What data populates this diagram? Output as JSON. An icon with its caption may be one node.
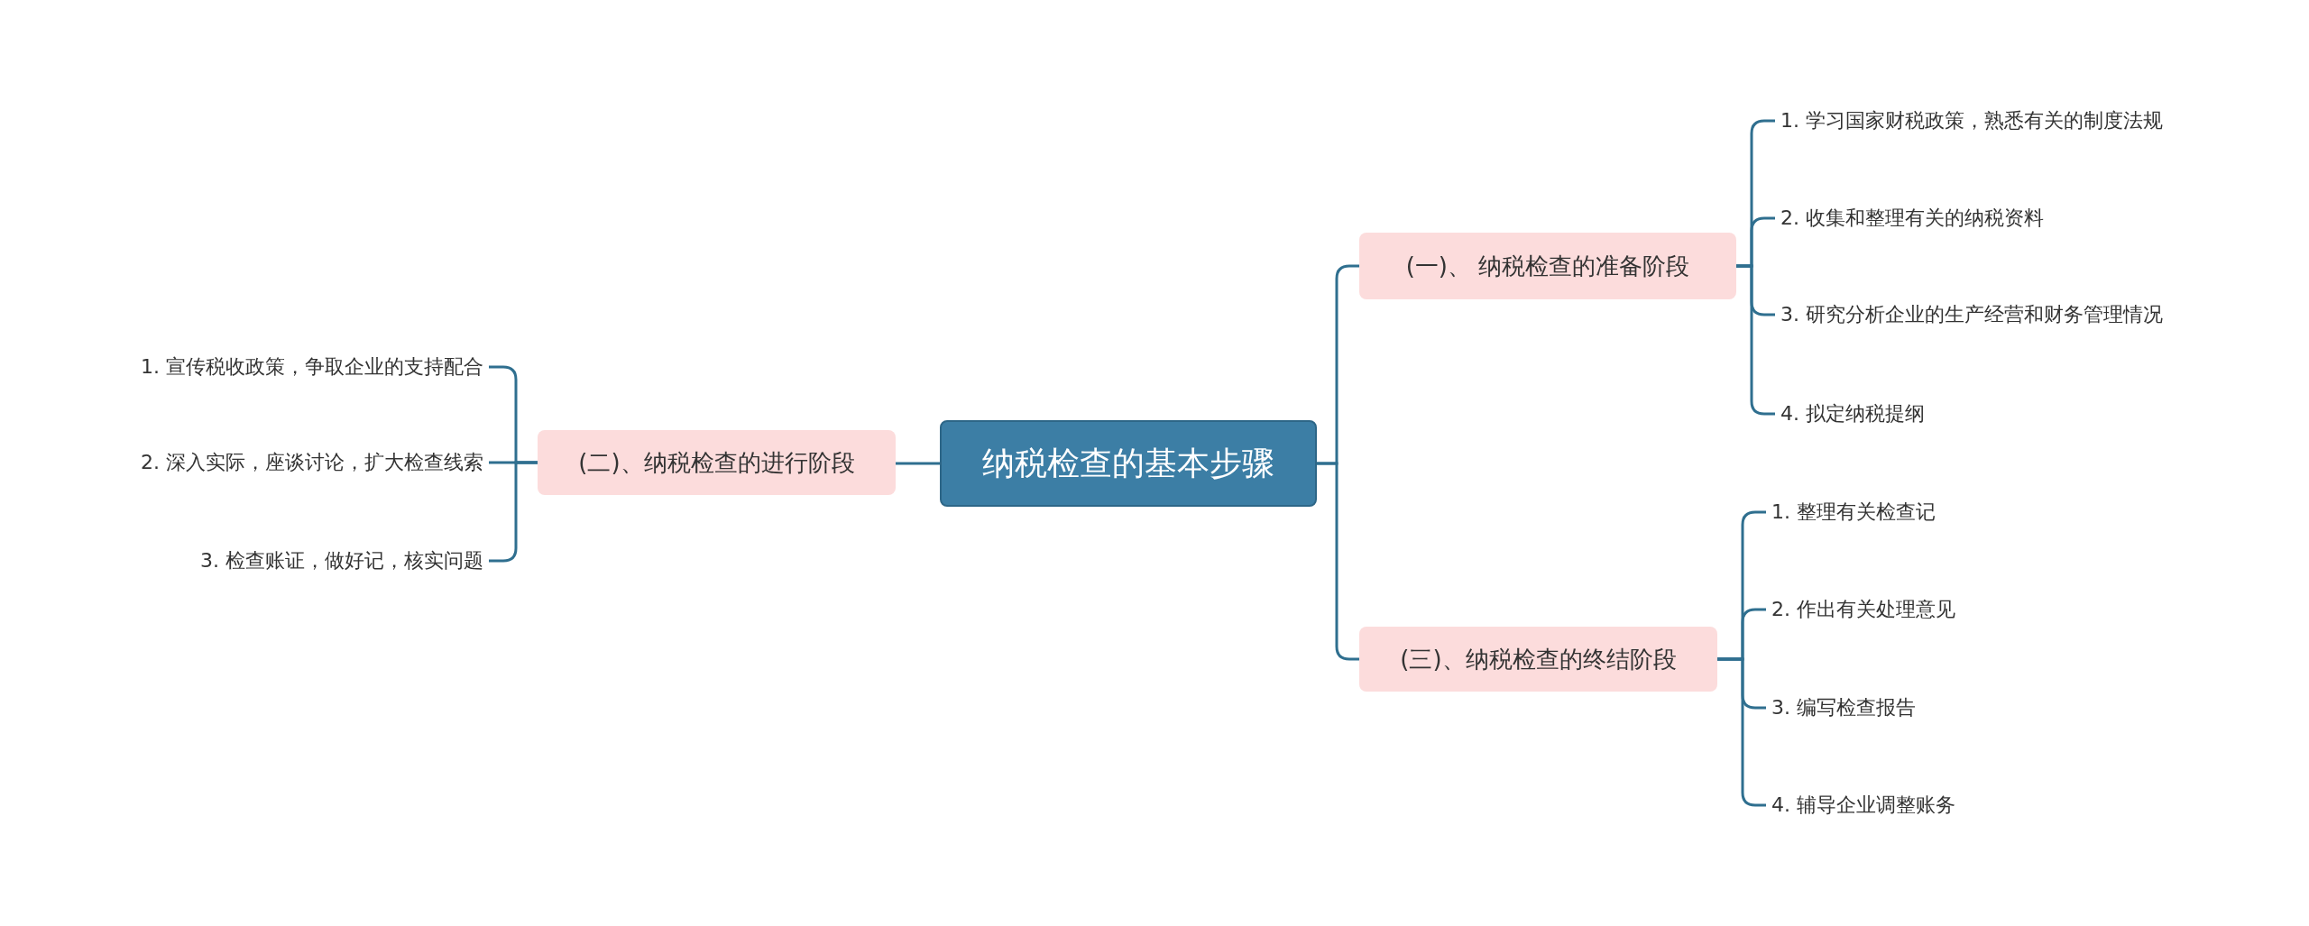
{
  "diagram": {
    "nodes": [
      {
        "text": [
          "纳税检查的基本步骤"
        ]
      },
      {
        "text": [
          "(一)、 纳税检查的准备阶段"
        ]
      },
      {
        "text": [
          "1. 学习国家财税政策，熟悉有关的制度法规"
        ]
      },
      {
        "text": [
          "2. 收集和整理有关的纳税资料"
        ]
      },
      {
        "text": [
          "3. 研究分析企业的生产经营和财务管理情况"
        ]
      },
      {
        "text": [
          "4. 拟定纳税提纲"
        ]
      },
      {
        "text": [
          "(二)、纳税检查的进行阶段"
        ]
      },
      {
        "text": [
          "1. 宣传税收政策，争取企业的支持配合"
        ]
      },
      {
        "text": [
          "2. 深入实际，座谈讨论，扩大检查线索"
        ]
      },
      {
        "text": [
          "3. 检查账证，做好记，核实问题"
        ]
      },
      {
        "text": [
          "(三)、纳税检查的终结阶段"
        ]
      },
      {
        "text": [
          "1. 整理有关检查记"
        ]
      },
      {
        "text": [
          "2. 作出有关处理意见"
        ]
      },
      {
        "text": [
          "3. 编写检查报告"
        ]
      },
      {
        "text": [
          "4. 辅导企业调整账务"
        ]
      }
    ],
    "edges": [
      {
        "from": 0,
        "to": 1,
        "arrow": "none"
      },
      {
        "from": 1,
        "to": 2,
        "arrow": "none"
      },
      {
        "from": 1,
        "to": 3,
        "arrow": "none"
      },
      {
        "from": 1,
        "to": 4,
        "arrow": "none"
      },
      {
        "from": 1,
        "to": 5,
        "arrow": "none"
      },
      {
        "from": 0,
        "to": 6,
        "arrow": "none"
      },
      {
        "from": 6,
        "to": 7,
        "arrow": "none"
      },
      {
        "from": 6,
        "to": 8,
        "arrow": "none"
      },
      {
        "from": 6,
        "to": 9,
        "arrow": "none"
      },
      {
        "from": 0,
        "to": 10,
        "arrow": "none"
      },
      {
        "from": 10,
        "to": 11,
        "arrow": "none"
      },
      {
        "from": 10,
        "to": 12,
        "arrow": "none"
      },
      {
        "from": 10,
        "to": 13,
        "arrow": "none"
      },
      {
        "from": 10,
        "to": 14,
        "arrow": "none"
      }
    ]
  }
}
